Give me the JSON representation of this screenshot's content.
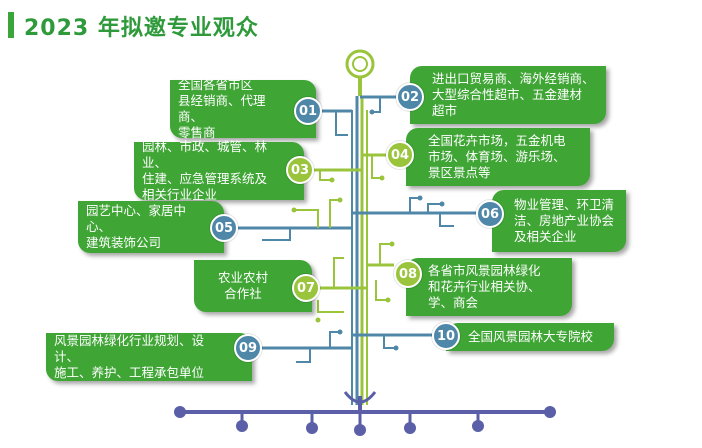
{
  "title": "2023 年拟邀专业观众",
  "colors": {
    "green": "#3fa535",
    "blue": "#4f87a9",
    "lime": "#9ac43c",
    "navy": "#5a5fa8"
  },
  "items": [
    {
      "num": "01",
      "text": "全国各省市区\n县经销商、代理商、\n零售商"
    },
    {
      "num": "02",
      "text": "进出口贸易商、海外经销商、\n大型综合性超市、五金建材\n超市"
    },
    {
      "num": "03",
      "text": "园林、市政、城管、林业、\n住建、应急管理系统及\n相关行业企业"
    },
    {
      "num": "04",
      "text": "全国花卉市场，五金机电\n市场、体育场、游乐场、\n景区景点等"
    },
    {
      "num": "05",
      "text": "园艺中心、家居中心、\n建筑装饰公司"
    },
    {
      "num": "06",
      "text": "物业管理、环卫清\n洁、房地产业协会\n及相关企业"
    },
    {
      "num": "07",
      "text": "农业农村\n合作社"
    },
    {
      "num": "08",
      "text": "各省市风景园林绿化\n和花卉行业相关协、\n学、商会"
    },
    {
      "num": "09",
      "text": "风景园林绿化行业规划、设计、\n施工、养护、工程承包单位"
    },
    {
      "num": "10",
      "text": "全国风景园林大专院校"
    }
  ]
}
